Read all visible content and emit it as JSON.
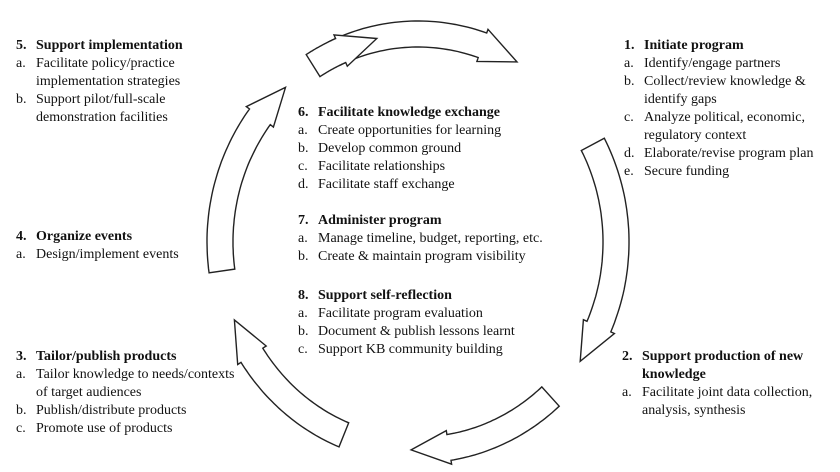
{
  "colors": {
    "arrow_fill": "#ffffff",
    "arrow_stroke": "#222222",
    "text": "#111111"
  },
  "steps": [
    {
      "num": "1.",
      "title": "Initiate program",
      "items": [
        {
          "letter": "a.",
          "text": "Identify/engage partners"
        },
        {
          "letter": "b.",
          "text": "Collect/review knowledge & identify gaps"
        },
        {
          "letter": "c.",
          "text": "Analyze political, economic, regulatory context"
        },
        {
          "letter": "d.",
          "text": "Elaborate/revise program plan"
        },
        {
          "letter": "e.",
          "text": "Secure funding"
        }
      ]
    },
    {
      "num": "2.",
      "title": "Support production of new knowledge",
      "items": [
        {
          "letter": "a.",
          "text": "Facilitate joint data collection, analysis, synthesis"
        }
      ]
    },
    {
      "num": "3.",
      "title": "Tailor/publish products",
      "items": [
        {
          "letter": "a.",
          "text": "Tailor knowledge to needs/contexts of target audiences"
        },
        {
          "letter": "b.",
          "text": "Publish/distribute products"
        },
        {
          "letter": "c.",
          "text": "Promote use of products"
        }
      ]
    },
    {
      "num": "4.",
      "title": "Organize events",
      "items": [
        {
          "letter": "a.",
          "text": "Design/implement events"
        }
      ]
    },
    {
      "num": "5.",
      "title": "Support implementation",
      "items": [
        {
          "letter": "a.",
          "text": "Facilitate policy/practice implementation strategies"
        },
        {
          "letter": "b.",
          "text": "Support pilot/full-scale demonstration facilities"
        }
      ]
    },
    {
      "num": "6.",
      "title": "Facilitate knowledge exchange",
      "items": [
        {
          "letter": "a.",
          "text": "Create opportunities for learning"
        },
        {
          "letter": "b.",
          "text": "Develop common ground"
        },
        {
          "letter": "c.",
          "text": "Facilitate relationships"
        },
        {
          "letter": "d.",
          "text": "Facilitate staff exchange"
        }
      ]
    },
    {
      "num": "7.",
      "title": "Administer program",
      "items": [
        {
          "letter": "a.",
          "text": "Manage timeline, budget, reporting, etc."
        },
        {
          "letter": "b.",
          "text": "Create & maintain program visibility"
        }
      ]
    },
    {
      "num": "8.",
      "title": "Support self-reflection",
      "items": [
        {
          "letter": "a.",
          "text": "Facilitate program evaluation"
        },
        {
          "letter": "b.",
          "text": "Document & publish lessons learnt"
        },
        {
          "letter": "c.",
          "text": "Support KB community building"
        }
      ]
    }
  ]
}
